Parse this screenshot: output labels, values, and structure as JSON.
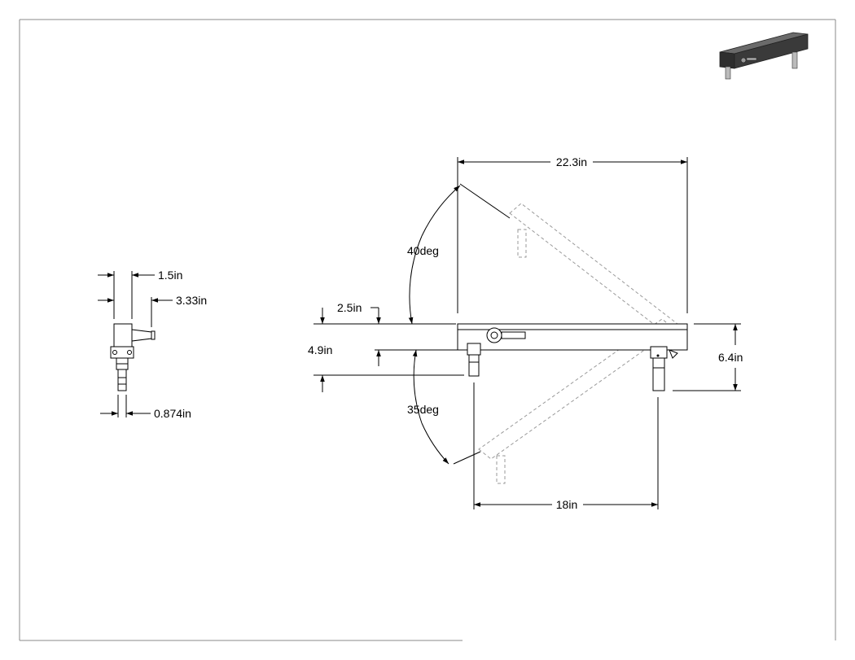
{
  "drawing": {
    "title": "",
    "dimensions": {
      "overall_length": "22.3in",
      "top_rotation": "40deg",
      "bottom_rotation": "35deg",
      "top_offset": "2.5in",
      "mid_height": "4.9in",
      "total_height": "6.4in",
      "base_length": "18in",
      "side_width": "1.5in",
      "side_depth": "3.33in",
      "leg_diameter": "0.874in"
    },
    "colors": {
      "line": "#000000",
      "ghost": "#9a9a9a",
      "border": "#888888",
      "iso_part": "#3a3a3a"
    }
  }
}
